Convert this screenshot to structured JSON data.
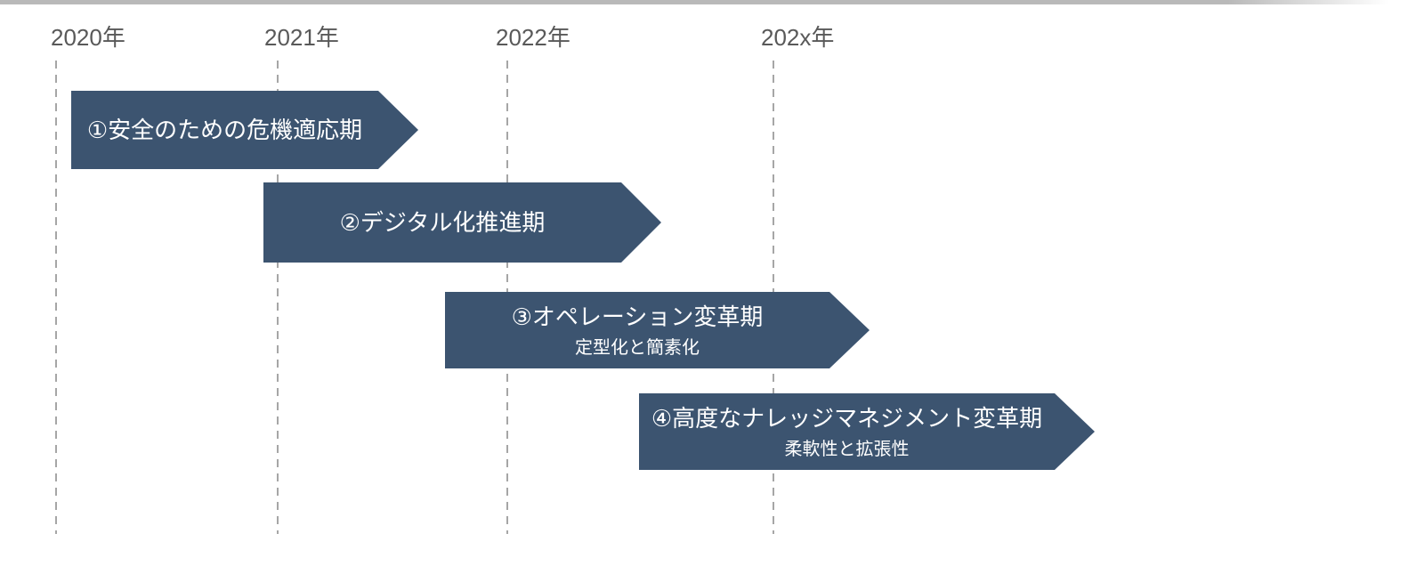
{
  "timeline": {
    "years": [
      {
        "label": "2020年"
      },
      {
        "label": "2021年"
      },
      {
        "label": "2022年"
      },
      {
        "label": "202x年"
      }
    ]
  },
  "phases": [
    {
      "label": "①安全のための危機適応期",
      "sublabel": ""
    },
    {
      "label": "②デジタル化推進期",
      "sublabel": ""
    },
    {
      "label": "③オペレーション変革期",
      "sublabel": "定型化と簡素化"
    },
    {
      "label": "④高度なナレッジマネジメント変革期",
      "sublabel": "柔軟性と拡張性"
    }
  ],
  "colors": {
    "arrow_fill": "#3c5470",
    "arrow_text": "#ffffff",
    "top_bar": "#b9b9b9",
    "gridline": "#a6a6a6",
    "year_label": "#595959"
  }
}
